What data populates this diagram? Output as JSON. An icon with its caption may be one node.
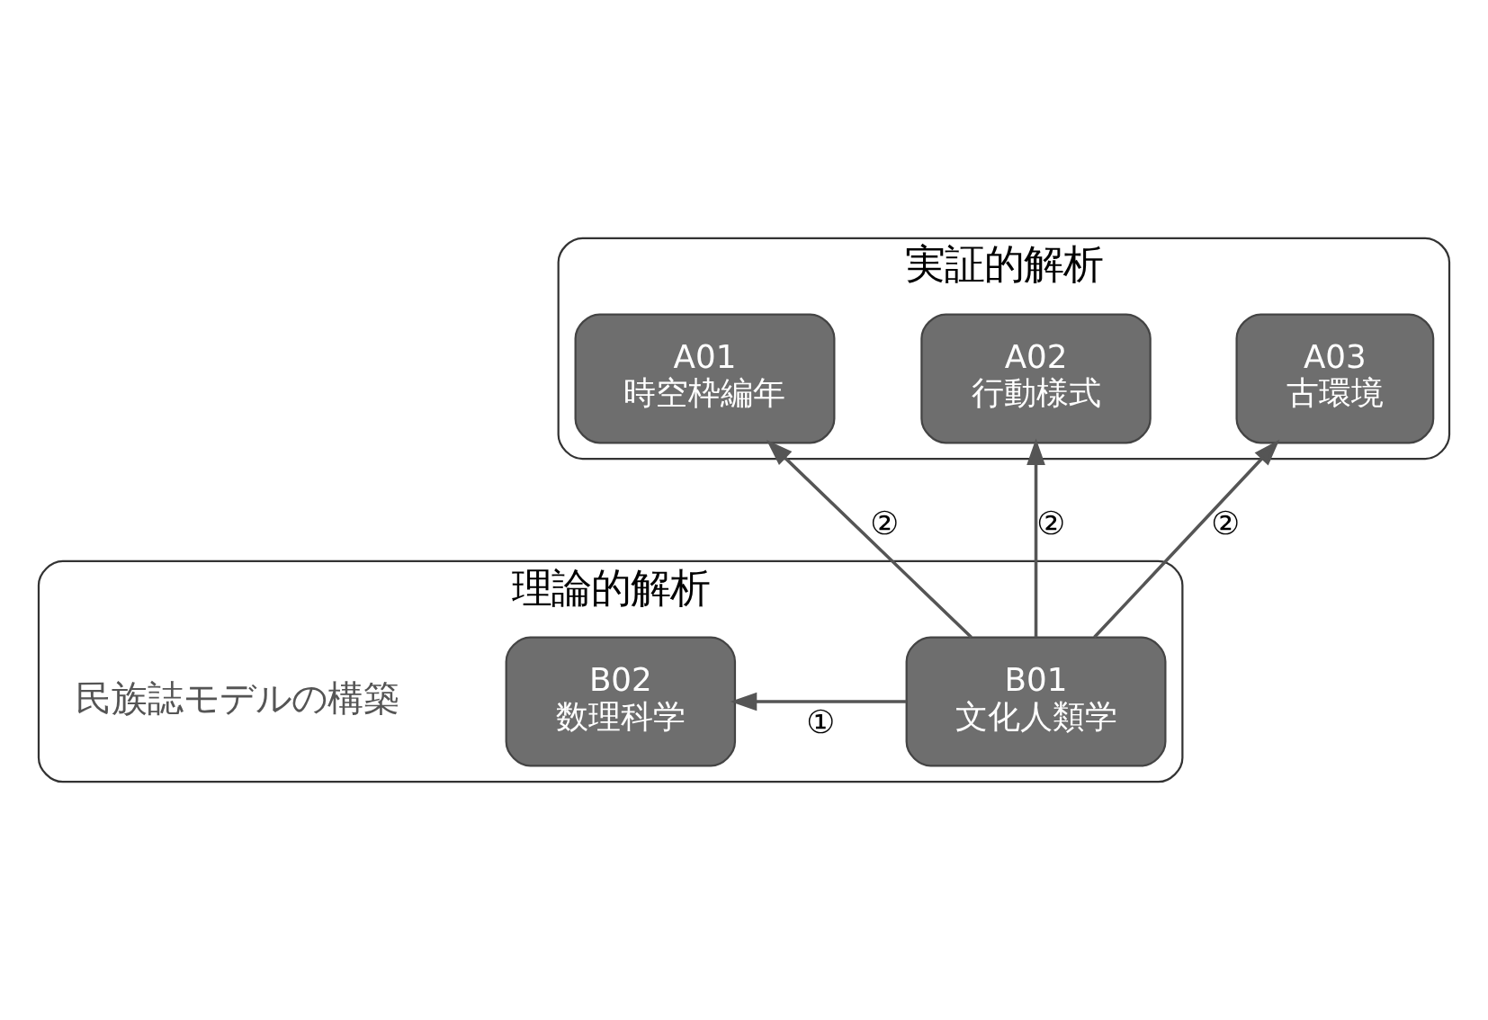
{
  "diagram": {
    "nodes": [
      {
        "text": [
          "実証的解析"
        ]
      },
      {
        "text": [
          "A01",
          "時空枠編年"
        ],
        "in": 0
      },
      {
        "text": [
          "A02",
          "行動様式"
        ],
        "in": 0
      },
      {
        "text": [
          "A03",
          "古環境"
        ],
        "in": 0
      },
      {
        "text": [
          "理論的解析"
        ]
      },
      {
        "text": [
          "B01",
          "文化人類学"
        ],
        "in": 4
      },
      {
        "text": [
          "B02",
          "数理科学"
        ],
        "in": 4
      }
    ],
    "edges": [
      {
        "from": 5,
        "to": 1,
        "arrow": "to",
        "label": "②"
      },
      {
        "from": 5,
        "to": 2,
        "arrow": "to",
        "label": "②"
      },
      {
        "from": 5,
        "to": 3,
        "arrow": "to",
        "label": "②"
      },
      {
        "from": 5,
        "to": 6,
        "arrow": "to",
        "label": "①"
      }
    ],
    "labels": [
      "民族誌モデルの構築"
    ]
  }
}
